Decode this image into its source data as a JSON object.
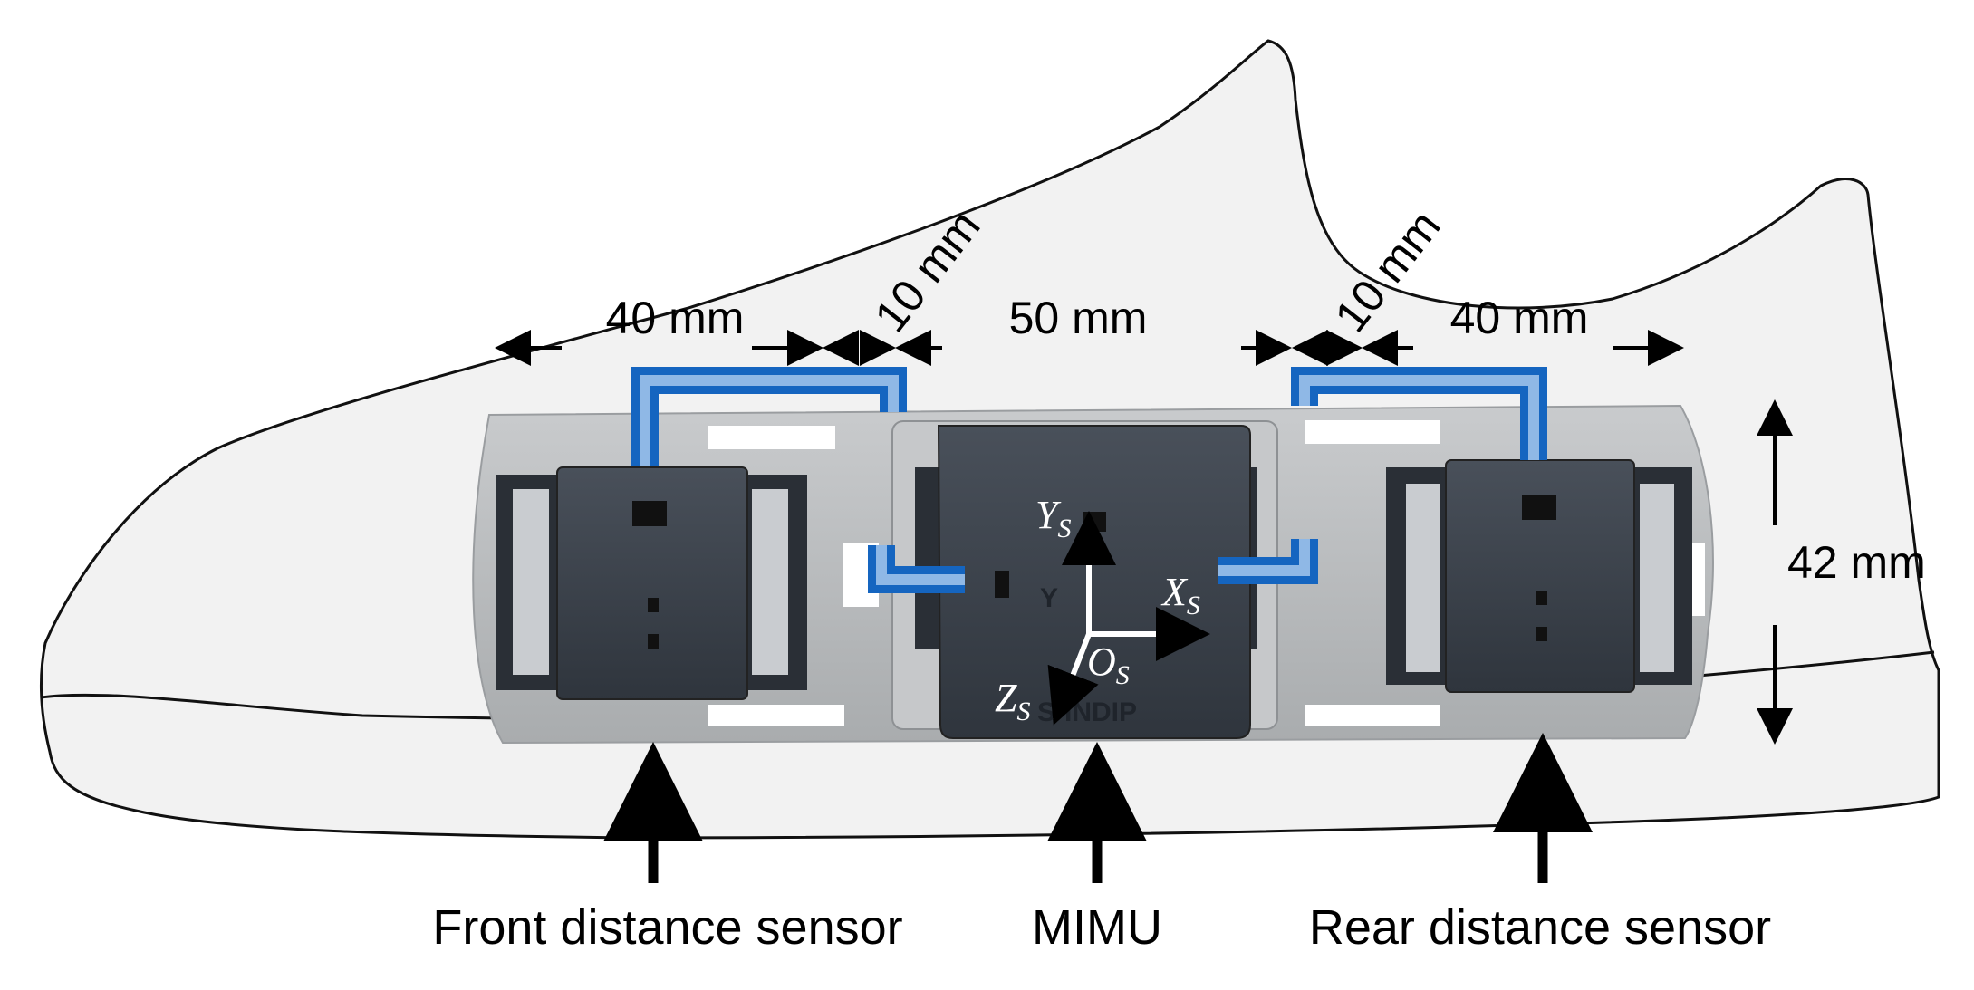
{
  "dimensions": {
    "front_sensor_width": "40 mm",
    "front_gap": "10 mm",
    "mimu_width": "50 mm",
    "rear_gap": "10 mm",
    "rear_sensor_width": "40 mm",
    "height": "42 mm"
  },
  "labels": {
    "front_sensor": "Front distance sensor",
    "mimu": "MIMU",
    "rear_sensor": "Rear distance sensor"
  },
  "axes": {
    "y_main": "Y",
    "y_sub": "S",
    "x_main": "X",
    "x_sub": "S",
    "z_main": "Z",
    "z_sub": "S",
    "o_main": "O",
    "o_sub": "S"
  },
  "device_text": "S-INDIP",
  "colors": {
    "cable_blue": "#1565c0",
    "cable_light": "#8fb8e6",
    "module_dark": "#3a414b",
    "board_grey": "#b7babd",
    "shoe_fill": "#f2f2f2"
  }
}
